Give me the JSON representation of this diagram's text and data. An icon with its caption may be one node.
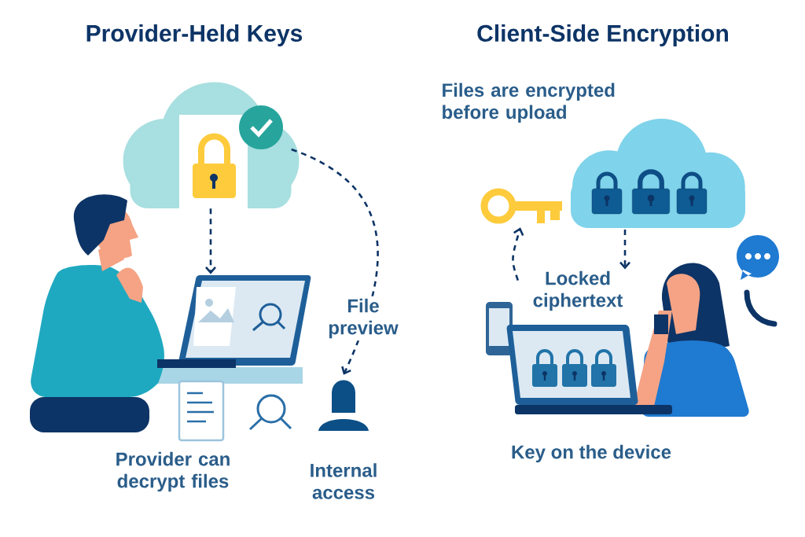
{
  "diagram": {
    "nodes": [
      {
        "text": [],
        "shape": "cloud"
      },
      {
        "text": [],
        "shape": "picture"
      },
      {
        "text": [
          "Internal access"
        ]
      },
      {
        "text": [],
        "shape": "cloud"
      },
      {
        "text": [
          "Locked ciphertext"
        ]
      },
      {
        "text": [],
        "shape": "picture"
      }
    ],
    "edges": [
      {
        "from": 0,
        "to": 1,
        "arrow": "to",
        "style": "dashed"
      },
      {
        "from": 0,
        "to": 2,
        "arrow": "to",
        "style": "dashed",
        "label": "File preview"
      },
      {
        "from": 3,
        "to": 4,
        "arrow": "to",
        "style": "dashed"
      },
      {
        "from": 4,
        "to": 5,
        "arrow": "to",
        "style": "dashed"
      }
    ],
    "labels": [
      "Provider-Held Keys",
      "Client-Side Encryption",
      "Files are encrypted before upload",
      "Provider can decrypt files",
      "Key on the device"
    ]
  }
}
